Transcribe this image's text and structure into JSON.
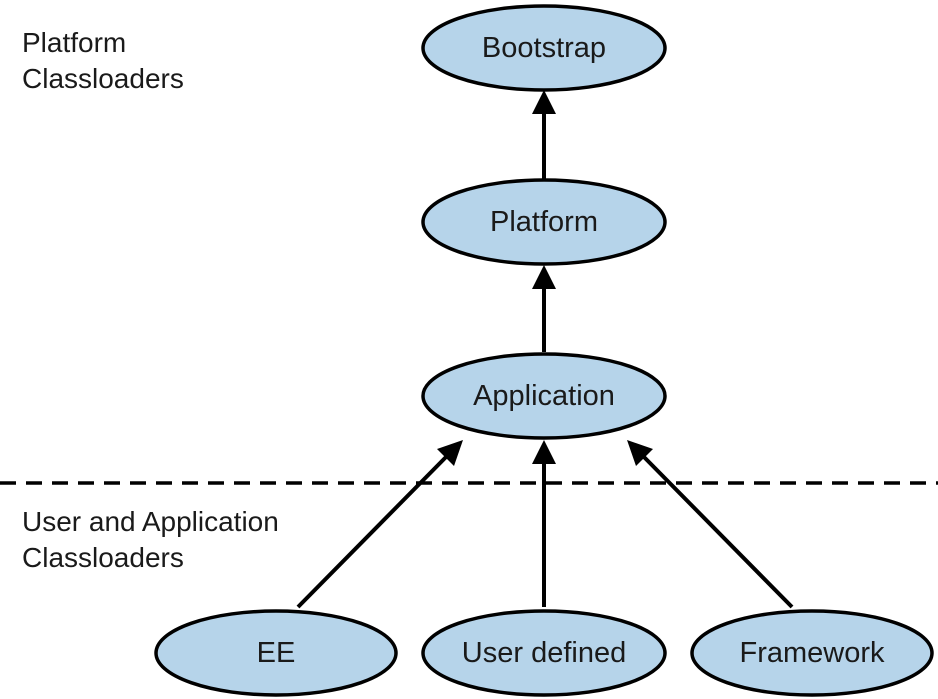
{
  "sections": {
    "platform": {
      "line1": "Platform",
      "line2": "Classloaders"
    },
    "user": {
      "line1": "User and Application",
      "line2": "Classloaders"
    }
  },
  "nodes": {
    "bootstrap": "Bootstrap",
    "platform": "Platform",
    "application": "Application",
    "ee": "EE",
    "user_defined": "User defined",
    "framework": "Framework"
  },
  "edges": [
    {
      "from": "Platform",
      "to": "Bootstrap"
    },
    {
      "from": "Application",
      "to": "Platform"
    },
    {
      "from": "EE",
      "to": "Application"
    },
    {
      "from": "User defined",
      "to": "Application"
    },
    {
      "from": "Framework",
      "to": "Application"
    }
  ],
  "colors": {
    "node_fill": "#b6d4ea",
    "stroke": "#000000"
  }
}
